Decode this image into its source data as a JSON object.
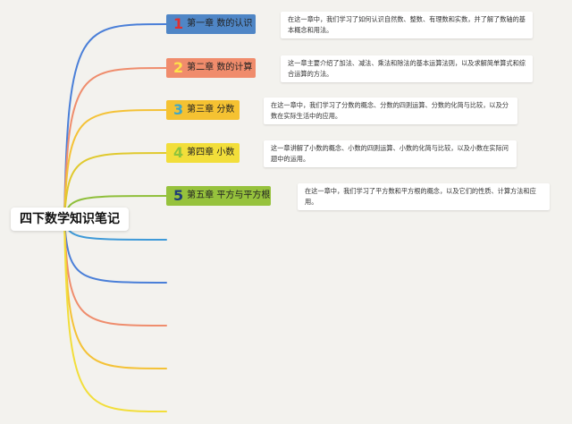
{
  "root": {
    "title": "四下数学知识笔记"
  },
  "chapters": [
    {
      "num": "1",
      "label": "第一章 数的认识",
      "note": "在这一章中，我们学习了如何认识自然数、整数、有理数和实数，并了解了数轴的基本概念和用法。",
      "fill": "#4f86c6",
      "num_color": "#e02e2e",
      "line_color": "#4a7fd8"
    },
    {
      "num": "2",
      "label": "第二章 数的计算",
      "note": "这一章主要介绍了加法、减法、乘法和除法的基本运算法则，以及求解简单算式和综合运算的方法。",
      "fill": "#f08c6c",
      "num_color": "#ffe24a",
      "line_color": "#ef8d6d"
    },
    {
      "num": "3",
      "label": "第三章 分数",
      "note": "在这一章中，我们学习了分数的概念、分数的四则运算、分数的化简与比较，以及分数在实际生活中的应用。",
      "fill": "#f5c232",
      "num_color": "#3fa7c8",
      "line_color": "#f4c237"
    },
    {
      "num": "4",
      "label": "第四章 小数",
      "note": "这一章讲解了小数的概念、小数的四则运算、小数的化简与比较，以及小数在实际问题中的运用。",
      "fill": "#f2de3a",
      "num_color": "#8fc43c",
      "line_color": "#e0c92e"
    },
    {
      "num": "5",
      "label": "第五章 平方与平方根",
      "note": "在这一章中，我们学习了平方数和平方根的概念，以及它们的性质、计算方法和应用。",
      "fill": "#96c23c",
      "num_color": "#1e3c78",
      "line_color": "#8fbf3a"
    }
  ],
  "extra_branch_colors": [
    "#3f9ad8",
    "#4a7fd8",
    "#ef8d6d",
    "#f4c237",
    "#f2de3a"
  ]
}
